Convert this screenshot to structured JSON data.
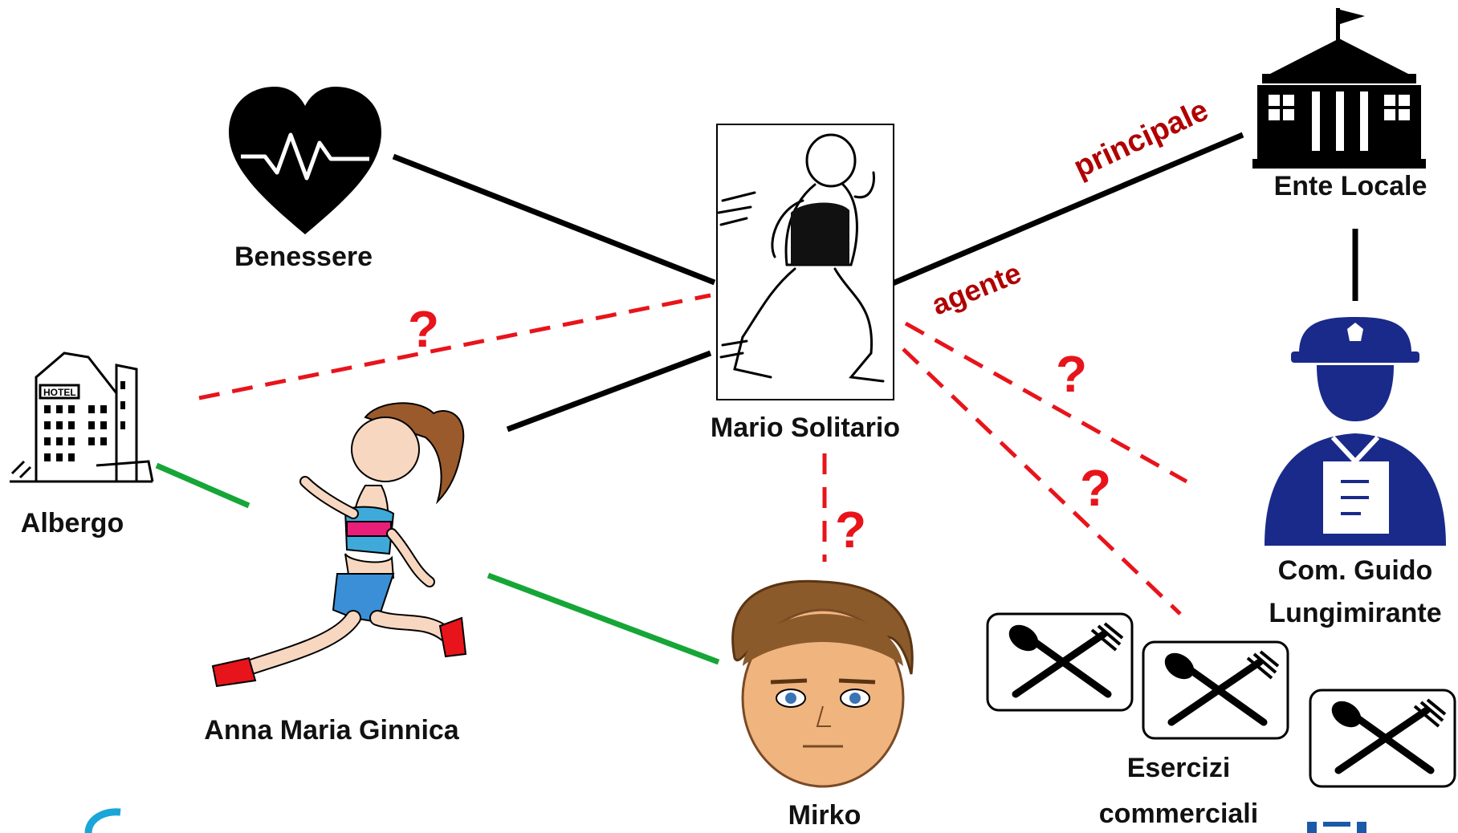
{
  "colors": {
    "solid_edge": "#000000",
    "green_edge": "#16a637",
    "dashed_edge": "#e8141b",
    "edge_label": "#b00000",
    "police": "#1a2a8a"
  },
  "nodes": {
    "benessere": {
      "label": "Benessere",
      "icon": "heart-pulse-icon"
    },
    "mario": {
      "label": "Mario Solitario",
      "icon": "runner-sketch"
    },
    "ente": {
      "label": "Ente Locale",
      "icon": "town-hall-icon"
    },
    "albergo": {
      "label": "Albergo",
      "icon": "hotel-building"
    },
    "anna": {
      "label": "Anna Maria Ginnica",
      "icon": "female-runner"
    },
    "mirko": {
      "label": "Mirko",
      "icon": "face"
    },
    "guido": {
      "label_line1": "Com. Guido",
      "label_line2": "Lungimirante",
      "icon": "police-officer-icon"
    },
    "esercizi": {
      "label_line1": "Esercizi",
      "label_line2": "commerciali",
      "icon": "spoon-fork-icon"
    }
  },
  "edges": {
    "principale_label": "principale",
    "agente_label": "agente",
    "question_mark": "?"
  }
}
